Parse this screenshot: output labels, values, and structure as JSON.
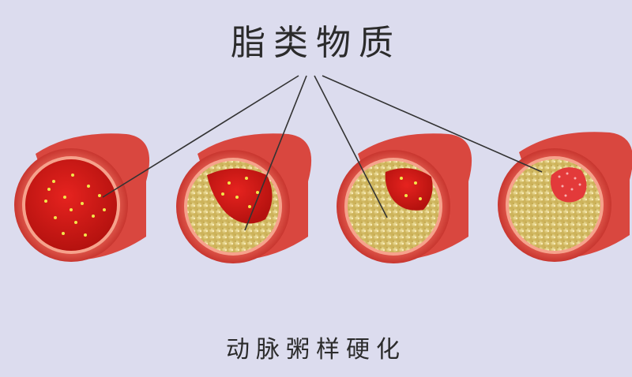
{
  "title": "脂类物质",
  "caption": "动脉粥样硬化",
  "stages": [
    {
      "stage": 1,
      "plaque": "none"
    },
    {
      "stage": 2,
      "plaque": "partial"
    },
    {
      "stage": 3,
      "plaque": "large"
    },
    {
      "stage": 4,
      "plaque": "occluded"
    }
  ],
  "colors": {
    "background": "#dcdcee",
    "vessel_wall": "#e8584c",
    "vessel_wall_dark": "#c93a33",
    "lumen_blood": "#d21c1c",
    "plaque": "#e3cf7c",
    "lipid_dots": "#f2e64a",
    "leader_lines": "#333333"
  }
}
